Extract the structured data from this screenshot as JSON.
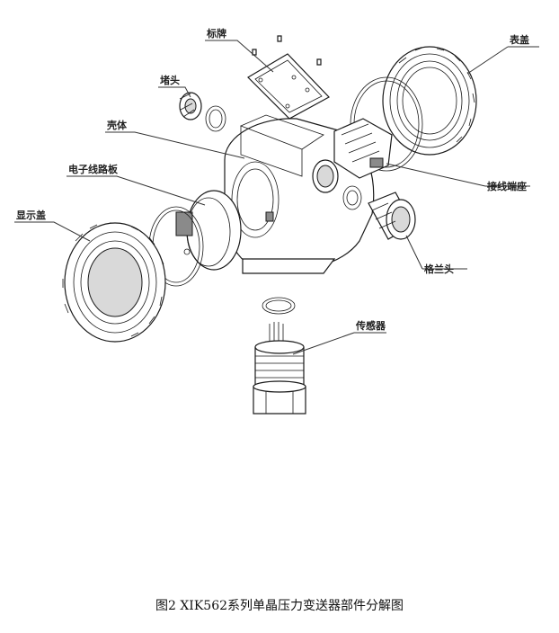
{
  "labels": {
    "nameplate": "标牌",
    "rear_cover": "表盖",
    "blind_plug": "堵头",
    "housing": "壳体",
    "electronics_board": "电子线路板",
    "terminal_block": "接线端座",
    "display_cover": "显示盖",
    "cable_gland": "格兰头",
    "sensor": "传感器"
  },
  "caption": "图2  XIK562系列单晶压力变送器部件分解图"
}
